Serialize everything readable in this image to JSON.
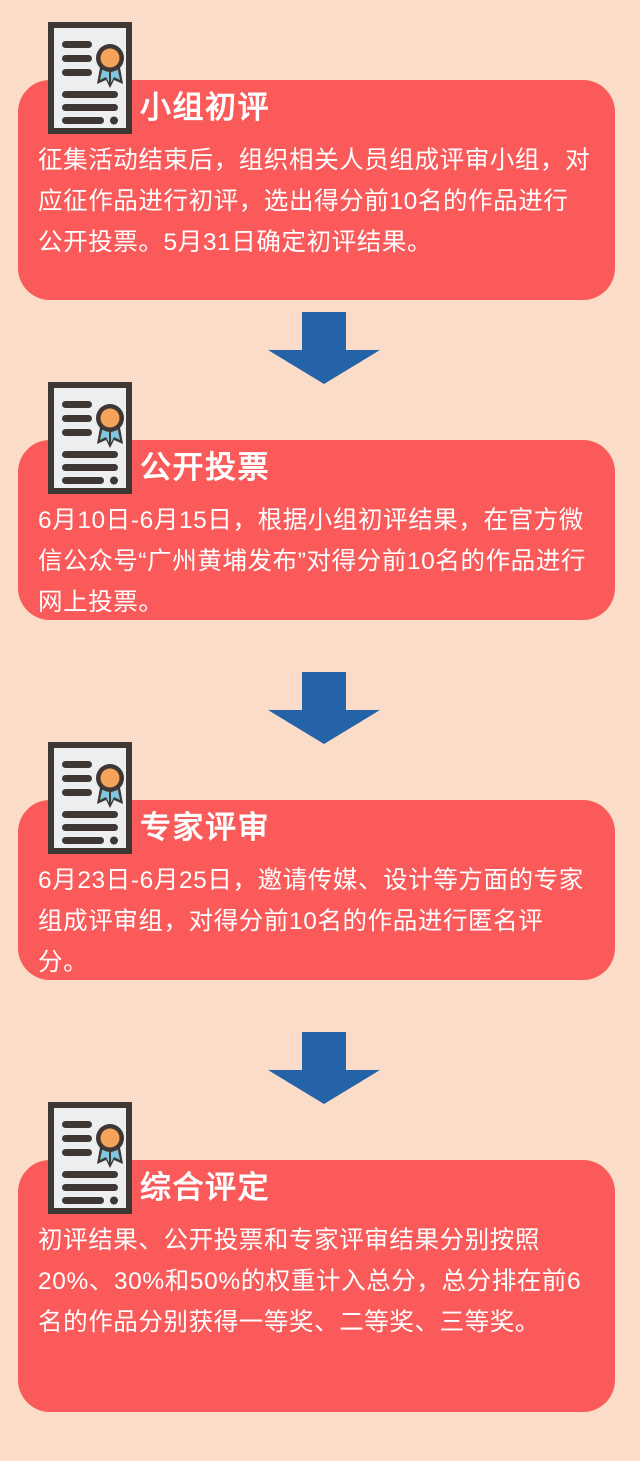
{
  "page": {
    "background_color": "#FBDCC8",
    "card_color": "#FA5A5A",
    "arrow_color": "#2563A8",
    "text_color": "#FFFFFF"
  },
  "icons": {
    "certificate": "certificate-award-icon",
    "arrow": "arrow-down-icon"
  },
  "steps": [
    {
      "id": "step-1",
      "title": "小组初评",
      "body": "征集活动结束后，组织相关人员组成评审小组，对应征作品进行初评，选出得分前10名的作品进行公开投票。5月31日确定初评结果。"
    },
    {
      "id": "step-2",
      "title": "公开投票",
      "body": "6月10日-6月15日，根据小组初评结果，在官方微信公众号“广州黄埔发布”对得分前10名的作品进行网上投票。"
    },
    {
      "id": "step-3",
      "title": "专家评审",
      "body": "6月23日-6月25日，邀请传媒、设计等方面的专家组成评审组，对得分前10名的作品进行匿名评分。"
    },
    {
      "id": "step-4",
      "title": "综合评定",
      "body": "初评结果、公开投票和专家评审结果分别按照20%、30%和50%的权重计入总分，总分排在前6名的作品分别获得一等奖、二等奖、三等奖。"
    }
  ]
}
